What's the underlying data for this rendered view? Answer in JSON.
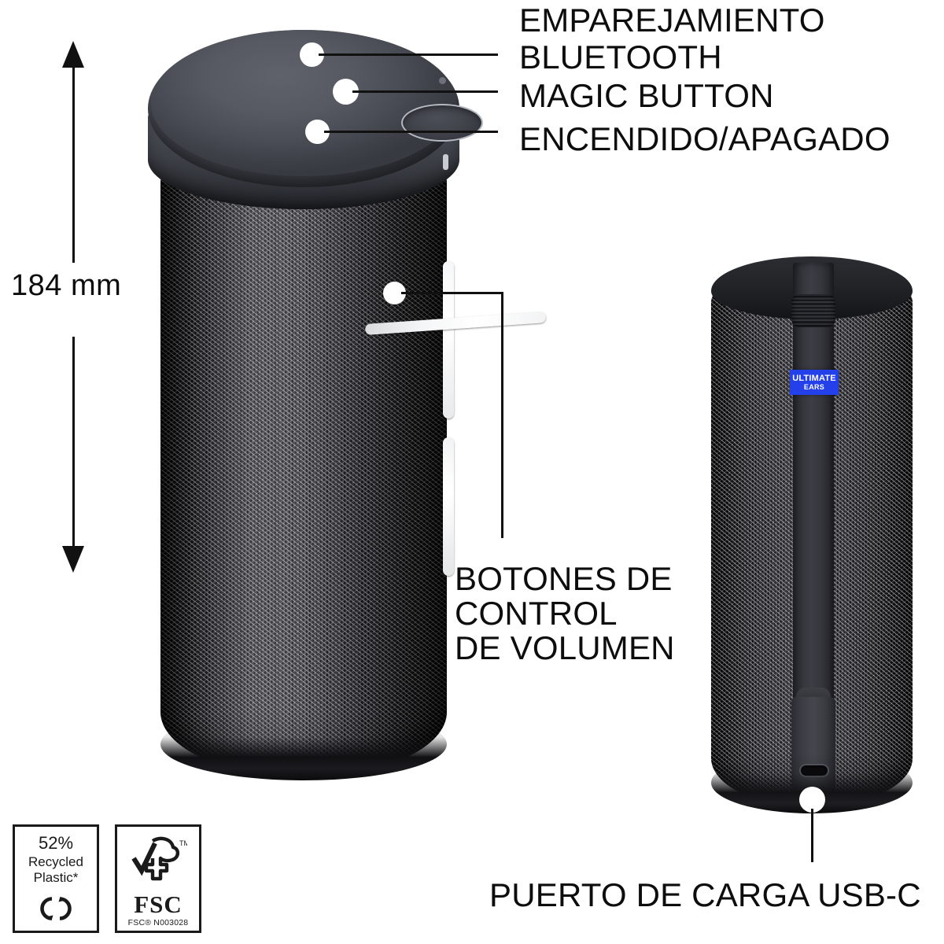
{
  "diagram": {
    "title": "Ultimate Ears portable Bluetooth speaker feature callouts",
    "language": "es"
  },
  "dimension": {
    "label": "184 mm",
    "orientation": "vertical",
    "arrow": "double-headed"
  },
  "callouts": [
    {
      "id": "bluetooth-pairing",
      "label": "EMPAREJAMIENTO\nBLUETOOTH",
      "target": "bluetooth-pairing-button"
    },
    {
      "id": "magic-button",
      "label": "MAGIC BUTTON",
      "target": "magic-button"
    },
    {
      "id": "power",
      "label": "ENCENDIDO/APAGADO",
      "target": "power-button"
    },
    {
      "id": "volume",
      "label": "BOTONES DE\nCONTROL\nDE VOLUMEN",
      "target": "volume-buttons"
    },
    {
      "id": "usbc",
      "label": "PUERTO DE CARGA USB-C",
      "target": "usbc-charging-port"
    }
  ],
  "speaker_rear": {
    "brand_badge": {
      "line1": "ULTIMATE",
      "line2": "EARS",
      "background_color": "#2440ea",
      "text_color": "#ffffff"
    }
  },
  "badges": [
    {
      "id": "recycled-plastic",
      "percent": "52%",
      "line1": "Recycled",
      "line2": "Plastic*",
      "icon": "recycling-icon"
    },
    {
      "id": "fsc",
      "trademark": "TM",
      "word": "FSC",
      "code": "FSC® N003028",
      "icon": "fsc-tree-icon"
    }
  ],
  "colors": {
    "background": "#ffffff",
    "text": "#0d0d0d",
    "leader_line": "#111111",
    "callout_dot": "#ffffff",
    "brand_blue": "#2440ea",
    "cap_gray": "#4a4d55",
    "mesh_dark": "#1a1a1d"
  }
}
